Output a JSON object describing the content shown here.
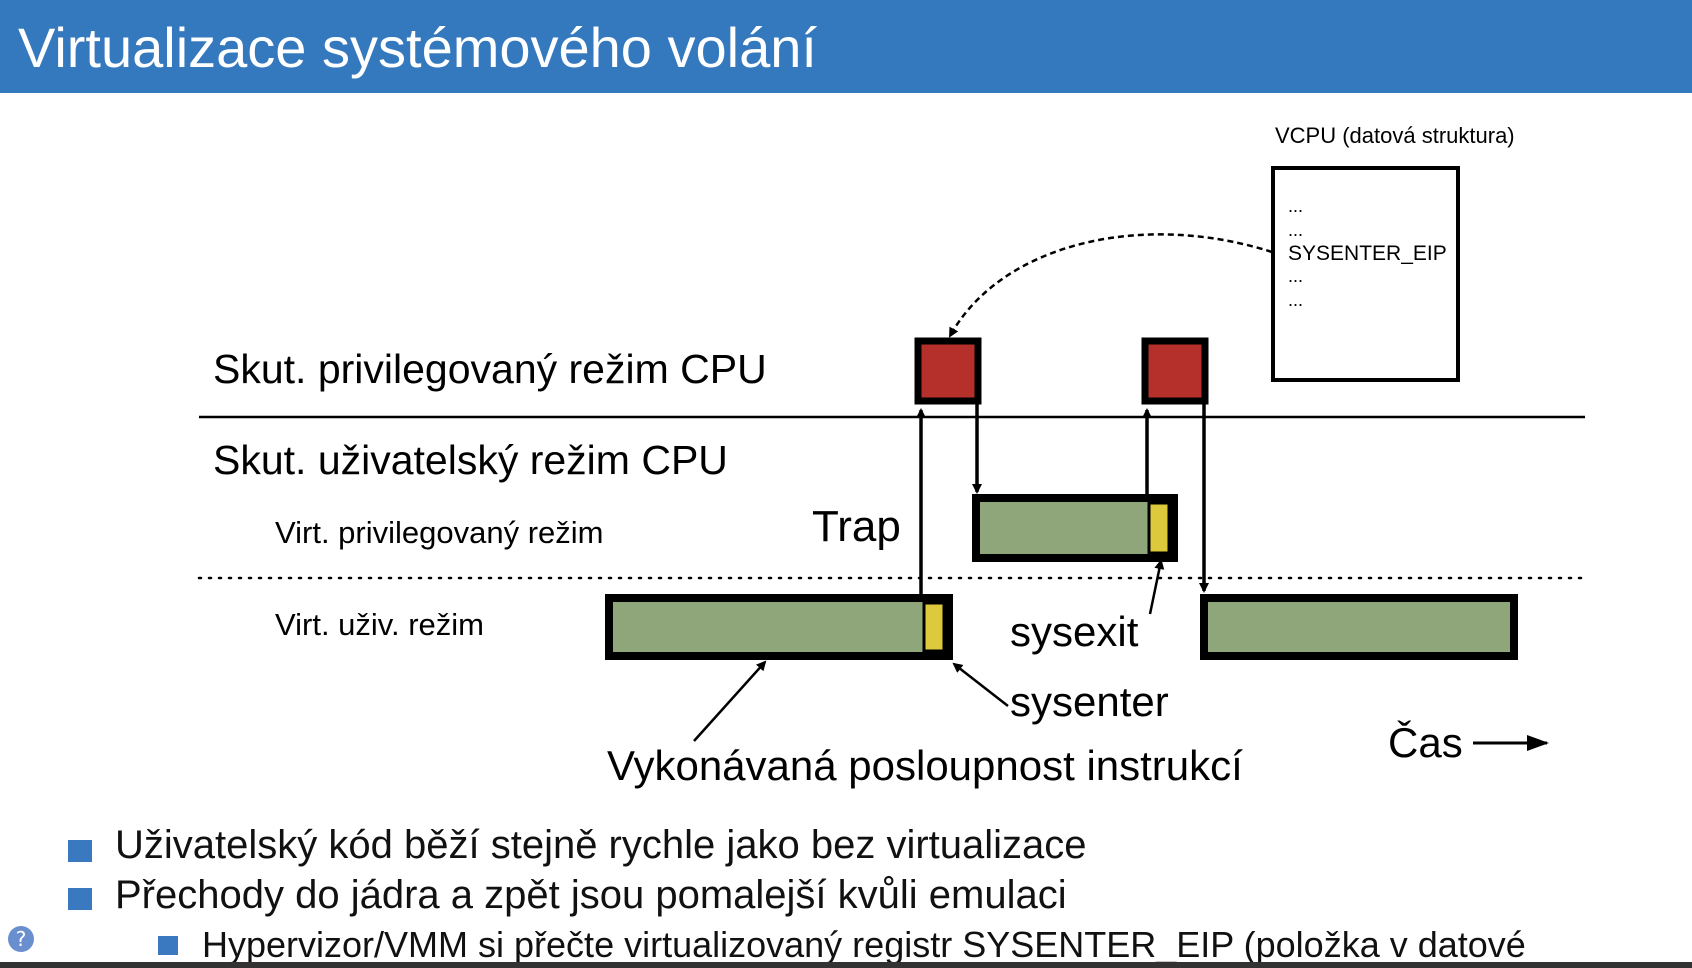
{
  "title": "Virtualizace systémového volání",
  "diagram": {
    "vcpu": {
      "label": "VCPU (datová struktura)",
      "lines": [
        "...",
        "...",
        "SYSENTER_EIP",
        "...",
        "..."
      ]
    },
    "modes": {
      "real_privileged": "Skut. privilegovaný režim CPU",
      "real_user": "Skut. uživatelský režim CPU",
      "virt_privileged": "Virt. privilegovaný režim",
      "virt_user": "Virt. uživ. režim"
    },
    "labels": {
      "trap": "Trap",
      "sysexit": "sysexit",
      "sysenter": "sysenter",
      "instructions": "Vykonávaná posloupnost instrukcí",
      "time": "Čas"
    },
    "colors": {
      "execution_block": "#8fa57a",
      "instruction_marker": "#dcc93c",
      "privileged_block": "#b5302a"
    }
  },
  "bullets": [
    "Uživatelský kód běží stejně rychle jako bez virtualizace",
    "Přechody do jádra a zpět jsou pomalejší kvůli emulaci",
    "Hypervizor/VMM si přečte virtualizovaný registr SYSENTER_EIP (položka v datové"
  ],
  "help_icon": "question-icon"
}
